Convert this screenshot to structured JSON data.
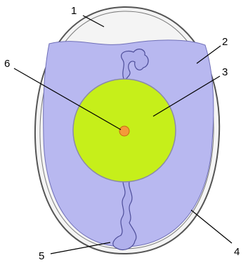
{
  "labels": {
    "l1": "1",
    "l2": "2",
    "l3": "3",
    "l4": "4",
    "l5": "5",
    "l6": "6"
  },
  "colors": {
    "shell": "#f4f4f4",
    "shell_stroke": "#555555",
    "white": "#b8b8f0",
    "yolk": "#c6ef1a",
    "germinal_disc": "#f39a3a",
    "chalaza": "#b0b0ec"
  }
}
